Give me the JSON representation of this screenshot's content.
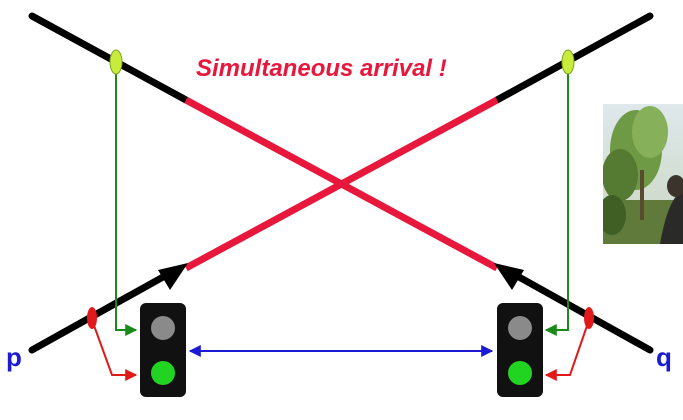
{
  "diagram": {
    "title": "Simultaneous arrival !",
    "labels": {
      "left": "p",
      "right": "q"
    },
    "colors": {
      "track": "#000000",
      "occupied_track": "#e8173c",
      "title": "#e8173c",
      "sensor": "#c9ec3c",
      "detector": "#e01a1a",
      "green_wire": "#1a8a1a",
      "red_wire": "#e01a1a",
      "link": "#1b1bd6",
      "label": "#1b1bd6",
      "signal_body": "#111111",
      "lamp_off": "#8a8a8a",
      "lamp_green": "#22d422"
    },
    "signals": [
      {
        "name": "left-signal",
        "top_lamp": "off",
        "bottom_lamp": "green"
      },
      {
        "name": "right-signal",
        "top_lamp": "off",
        "bottom_lamp": "green"
      }
    ],
    "icons": {
      "photo": "tree-photo",
      "sensor": "sensor-icon",
      "detector": "detector-icon",
      "signal": "traffic-light-icon"
    }
  }
}
